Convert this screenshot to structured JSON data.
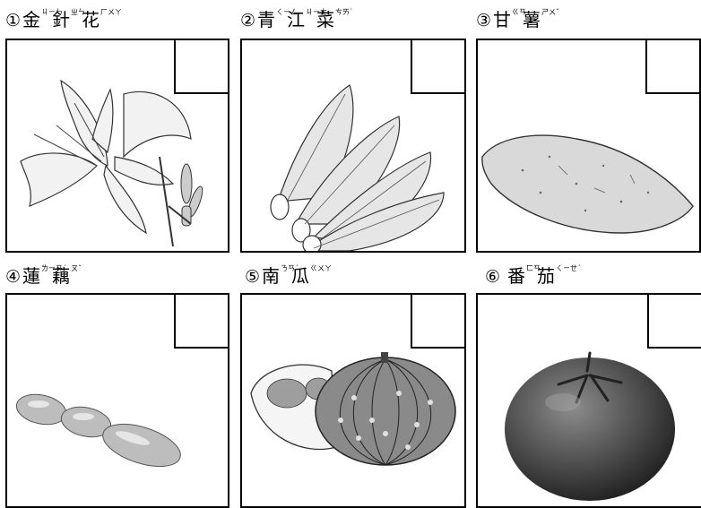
{
  "cards": [
    {
      "num": "①",
      "chars": [
        {
          "c": "金",
          "z": "ㄐㄧㄣ"
        },
        {
          "c": "針",
          "z": "ㄓㄣ"
        },
        {
          "c": "花",
          "z": "ㄏㄨㄚ"
        }
      ]
    },
    {
      "num": "②",
      "chars": [
        {
          "c": "青",
          "z": "ㄑㄧㄥ"
        },
        {
          "c": "江",
          "z": "ㄐㄧㄤ"
        },
        {
          "c": "菜",
          "z": "ㄘㄞˋ"
        }
      ]
    },
    {
      "num": "③",
      "chars": [
        {
          "c": "甘",
          "z": "ㄍㄢ"
        },
        {
          "c": "薯",
          "z": "ㄕㄨˇ"
        }
      ]
    },
    {
      "num": "④",
      "chars": [
        {
          "c": "蓮",
          "z": "ㄌㄧㄢˊ"
        },
        {
          "c": "藕",
          "z": "ㄡˇ"
        }
      ]
    },
    {
      "num": "⑤",
      "chars": [
        {
          "c": "南",
          "z": "ㄋㄢˊ"
        },
        {
          "c": "瓜",
          "z": "ㄍㄨㄚ"
        }
      ]
    },
    {
      "num": "⑥",
      "chars": [
        {
          "c": "番",
          "z": "ㄈㄢ"
        },
        {
          "c": "茄",
          "z": "ㄑㄧㄝˊ"
        }
      ]
    }
  ]
}
